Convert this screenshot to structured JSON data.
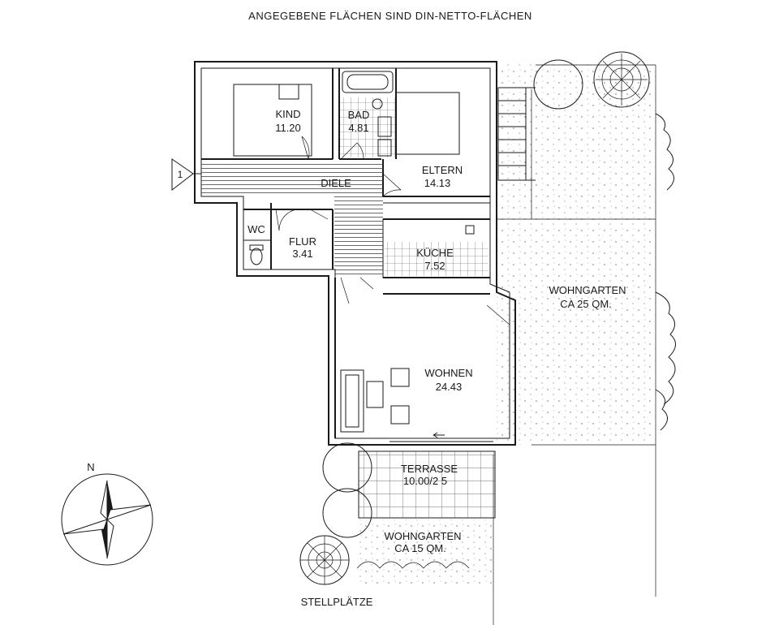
{
  "header": {
    "note": "ANGEGEBENE FLÄCHEN SIND DIN-NETTO-FLÄCHEN"
  },
  "entrance": {
    "marker": "1"
  },
  "rooms": {
    "kind": {
      "name": "KIND",
      "area": "11.20"
    },
    "bad": {
      "name": "BAD",
      "area": "4.81"
    },
    "eltern": {
      "name": "ELTERN",
      "area": "14.13"
    },
    "diele": {
      "name": "DIELE"
    },
    "wc": {
      "name": "WC"
    },
    "flur": {
      "name": "FLUR",
      "area": "3.41"
    },
    "kueche": {
      "name": "KÜCHE",
      "area": "7.52"
    },
    "wohnen": {
      "name": "WOHNEN",
      "area": "24.43"
    }
  },
  "outdoor": {
    "terrasse": {
      "name": "TERRASSE",
      "area": "10.00/2 5"
    },
    "garden_large": {
      "name": "WOHNGARTEN",
      "area": "CA 25 QM."
    },
    "garden_small": {
      "name": "WOHNGARTEN",
      "area": "CA 15 QM."
    },
    "parking": {
      "name": "STELLPLÄTZE"
    }
  },
  "compass": {
    "north_label": "N"
  },
  "colors": {
    "ink": "#1a1a1a",
    "paper": "#ffffff"
  }
}
